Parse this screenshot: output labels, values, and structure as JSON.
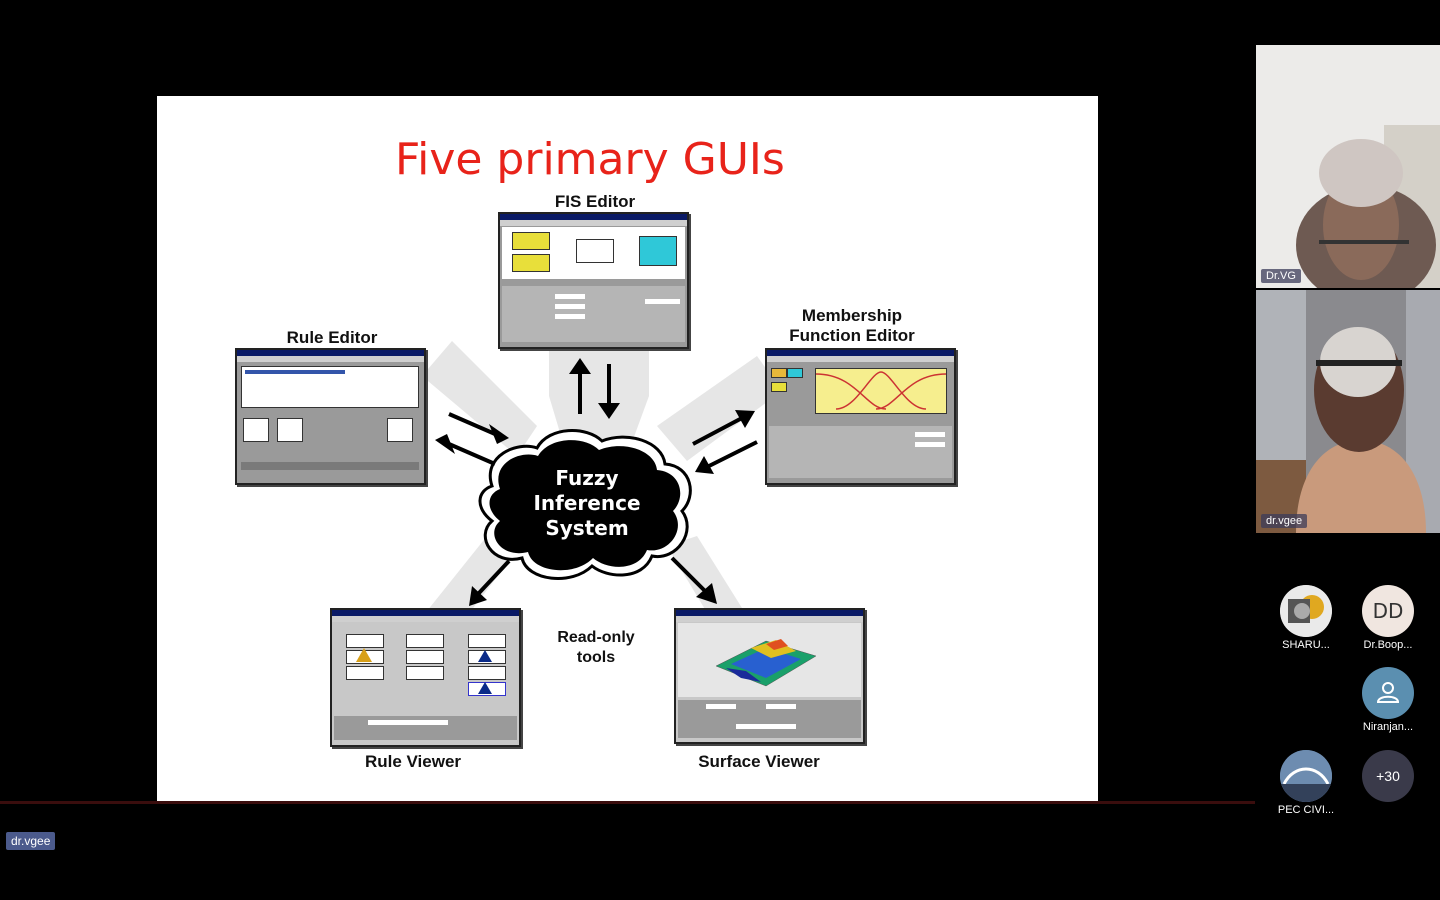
{
  "slide": {
    "title": "Five primary GUIs",
    "labels": {
      "fis_editor": "FIS Editor",
      "rule_editor": "Rule Editor",
      "mf_editor_line1": "Membership",
      "mf_editor_line2": "Function Editor",
      "rule_viewer": "Rule Viewer",
      "surface_viewer": "Surface Viewer",
      "read_only_line1": "Read-only",
      "read_only_line2": "tools"
    },
    "center": {
      "line1": "Fuzzy",
      "line2": "Inference",
      "line3": "System"
    }
  },
  "video_tiles": [
    {
      "name": "Dr.VG"
    },
    {
      "name": "dr.vgee"
    }
  ],
  "participants": [
    {
      "name": "SHARU...",
      "avatar": "photo"
    },
    {
      "name": "Dr.Boop...",
      "initials": "DD"
    },
    {
      "name": "Niranjan...",
      "avatar": "person-icon"
    },
    {
      "name": "PEC CIVI...",
      "avatar": "photo"
    },
    {
      "more": "+30"
    }
  ],
  "active_speaker": "dr.vgee",
  "colors": {
    "title": "#e8231a",
    "background": "#000000",
    "avatar_dd": "#f0e6e0",
    "avatar_person": "#5b8fb0",
    "more_badge": "#3a3a4a"
  }
}
